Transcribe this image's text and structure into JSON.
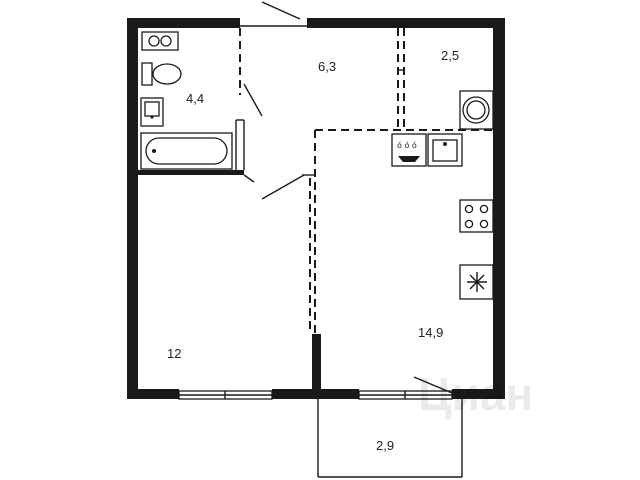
{
  "rooms": {
    "bathroom": {
      "area": "4,4"
    },
    "hallway": {
      "area": "6,3"
    },
    "storage": {
      "area": "2,5"
    },
    "bedroom": {
      "area": "12"
    },
    "kitchen_living": {
      "area": "14,9"
    },
    "balcony": {
      "area": "2,9"
    }
  },
  "watermark": {
    "text": "Циан"
  },
  "colors": {
    "wall": "#1a1a1a",
    "fixture_fill": "#e6e6e6",
    "background": "#ffffff"
  }
}
